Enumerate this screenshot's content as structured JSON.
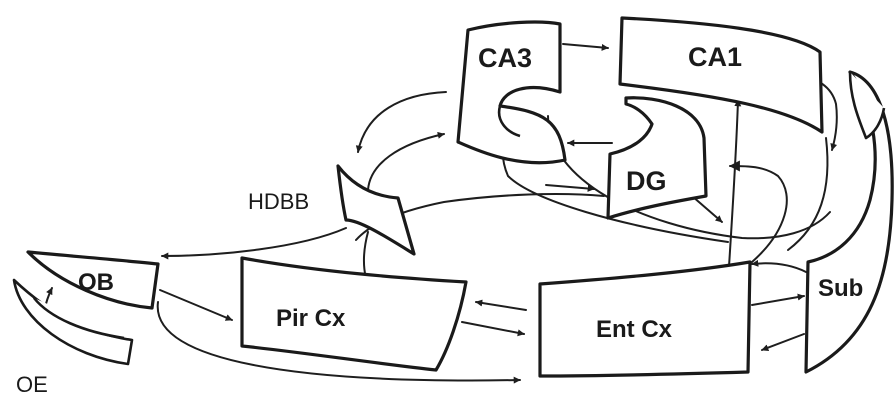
{
  "nodes": {
    "ca3": "CA3",
    "ca1": "CA1",
    "dg": "DG",
    "hdbb": "HDBB",
    "ob": "OB",
    "oe": "OE",
    "pir_cx": "Pir Cx",
    "ent_cx": "Ent Cx",
    "sub": "Sub"
  },
  "colors": {
    "ink": "#1a1a1a",
    "paper": "#ffffff"
  }
}
